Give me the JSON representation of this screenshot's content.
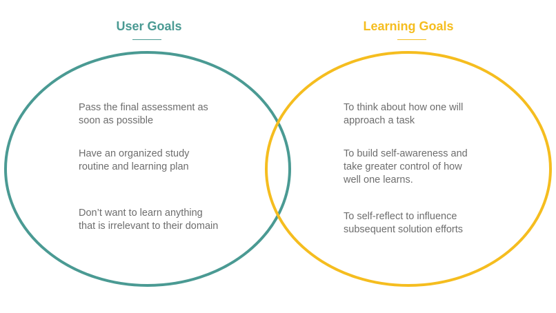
{
  "colors": {
    "user": "#4a9a93",
    "learning": "#f5bd1f",
    "text": "#6d6d6d"
  },
  "user_goals": {
    "title": "User Goals",
    "items": [
      "Pass the final assessment as\nsoon as possible",
      "Have an organized study\nroutine and learning plan",
      "Don’t want to learn anything\nthat is irrelevant to their domain"
    ]
  },
  "learning_goals": {
    "title": "Learning Goals",
    "items": [
      "To  think about how one will\napproach a task",
      "To build self-awareness and\ntake greater control of how\nwell one learns.",
      "To self-reflect to influence\nsubsequent solution efforts"
    ]
  }
}
